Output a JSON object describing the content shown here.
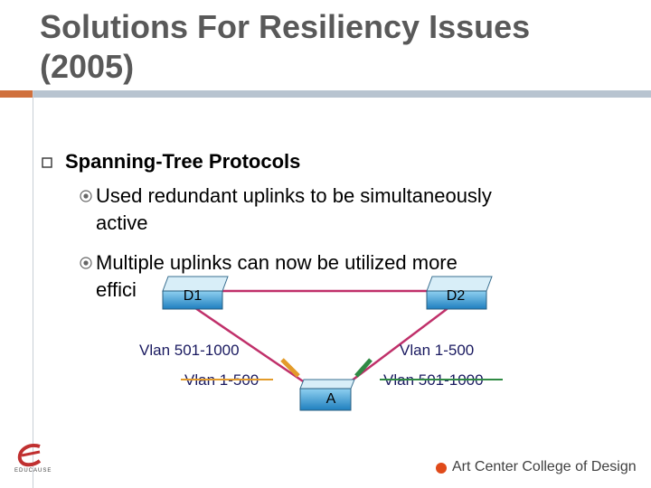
{
  "slide": {
    "title": "Solutions For Resiliency Issues (2005)",
    "bullet": "Spanning-Tree Protocols",
    "subbullets": [
      "Used redundant uplinks to be simultaneously",
      "active",
      "Multiple uplinks can now be utilized more",
      "effici"
    ]
  },
  "diagram": {
    "nodes": {
      "d1": "D1",
      "d2": "D2",
      "a": "A"
    },
    "labels": {
      "left_top": "Vlan 501-1000",
      "left_bottom": "Vlan 1-500",
      "right_top": "Vlan 1-500",
      "right_bottom": "Vlan 501-1000"
    },
    "colors": {
      "link": "#c0306a",
      "switch": "#2f8fc8",
      "orange_block": "#e39b2a",
      "green_block": "#2f8a44",
      "label": "#1a1a60"
    }
  },
  "footer": {
    "logo_text": "EDUCAUSE",
    "org": "Art Center College of Design",
    "accent": "#e04a1a"
  }
}
